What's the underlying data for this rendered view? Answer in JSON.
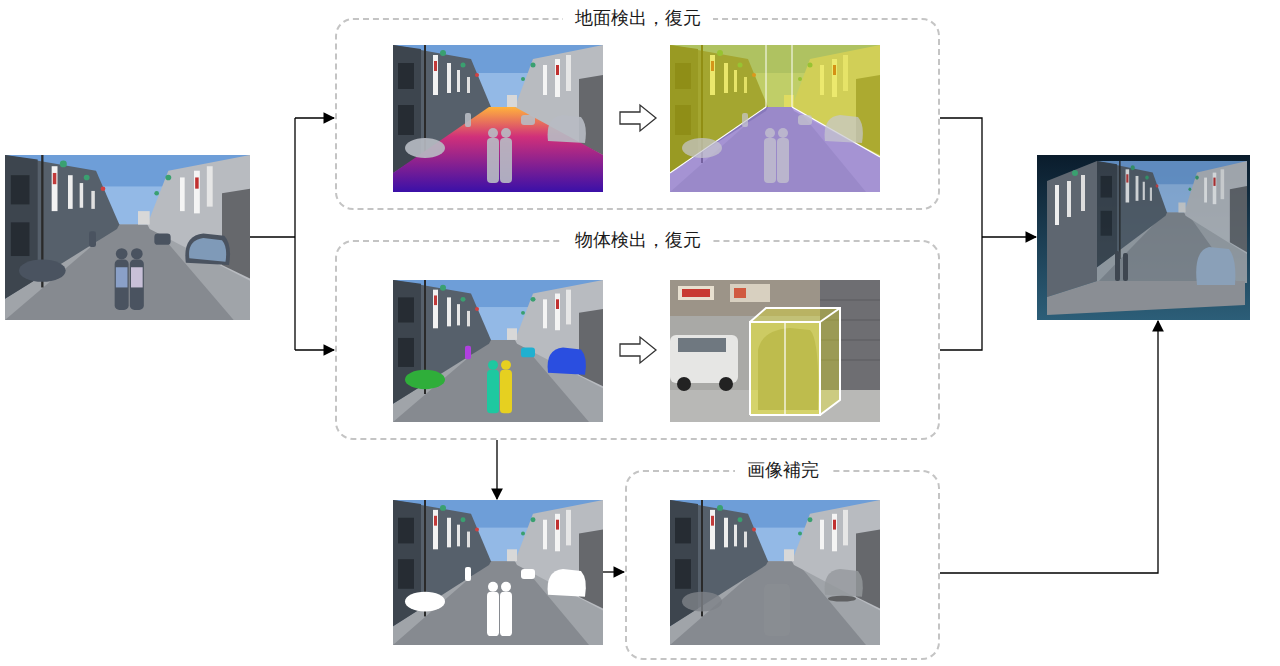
{
  "diagram": {
    "nodes": [
      {
        "text": [
          "地面検出，復元"
        ]
      },
      {
        "text": [
          "物体検出，復元"
        ]
      },
      {
        "text": [
          "画像補完"
        ]
      }
    ]
  }
}
